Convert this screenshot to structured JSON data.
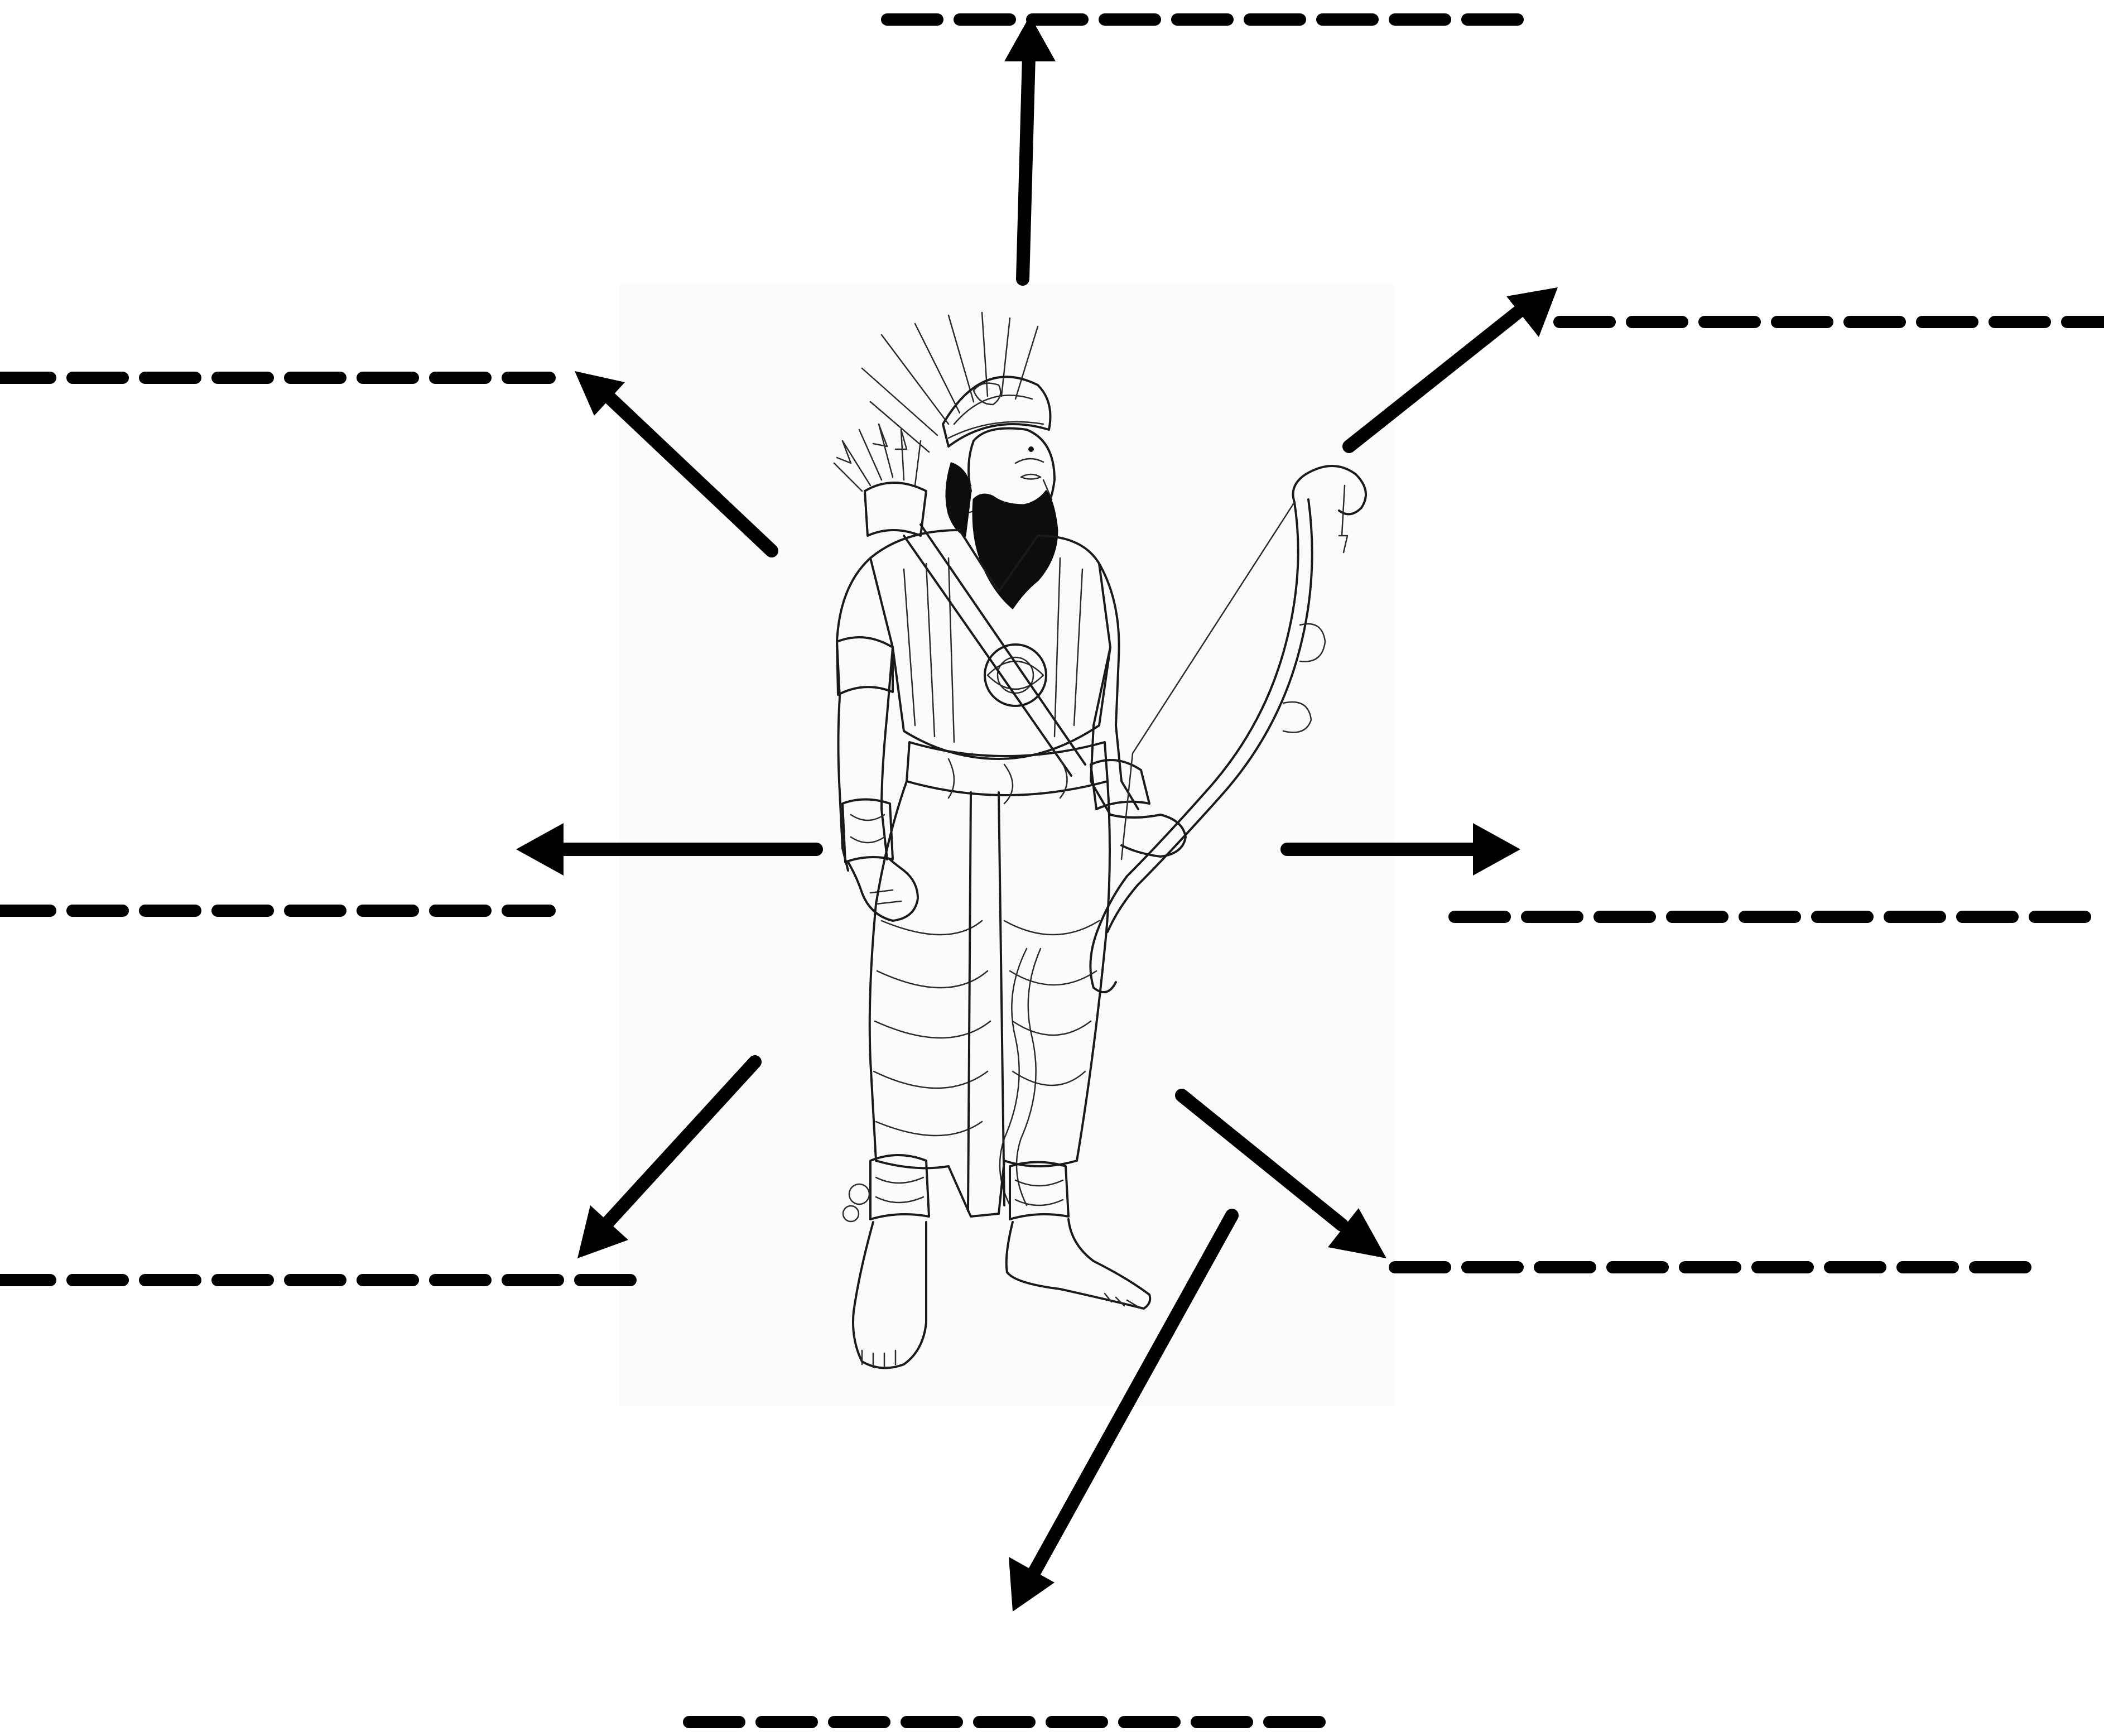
{
  "worksheet": {
    "figure": {
      "subject": "archer-figure",
      "style": "line-art"
    },
    "label_blanks": [
      {
        "id": "blank-top",
        "answer": ""
      },
      {
        "id": "blank-upper-right",
        "answer": ""
      },
      {
        "id": "blank-upper-left",
        "answer": ""
      },
      {
        "id": "blank-mid-left",
        "answer": ""
      },
      {
        "id": "blank-mid-right",
        "answer": ""
      },
      {
        "id": "blank-lower-left",
        "answer": ""
      },
      {
        "id": "blank-lower-right",
        "answer": ""
      },
      {
        "id": "blank-bottom",
        "answer": ""
      }
    ],
    "colors": {
      "ink": "#000000",
      "background": "#ffffff"
    }
  }
}
